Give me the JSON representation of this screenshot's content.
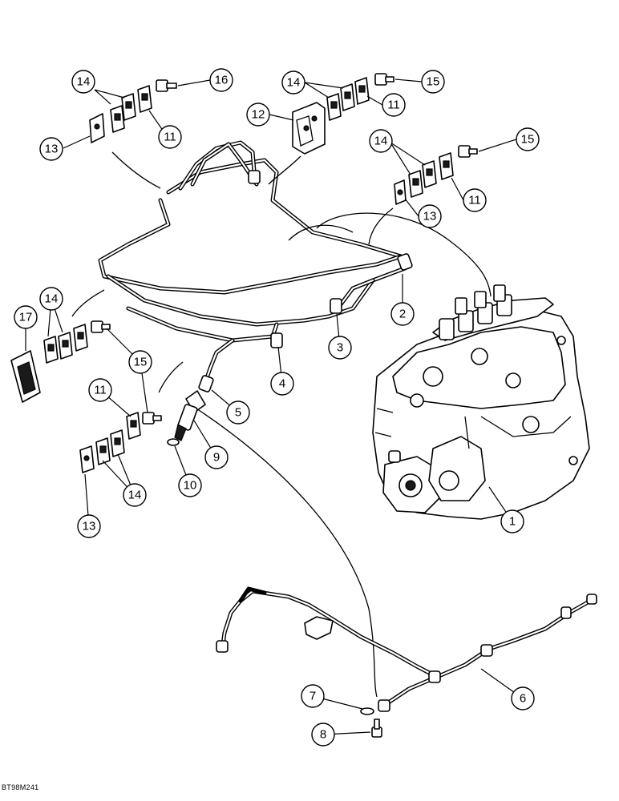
{
  "figure": {
    "code": "BT98M241",
    "callouts": [
      {
        "label": "14"
      },
      {
        "label": "16"
      },
      {
        "label": "11"
      },
      {
        "label": "13"
      },
      {
        "label": "12"
      },
      {
        "label": "14"
      },
      {
        "label": "15"
      },
      {
        "label": "11"
      },
      {
        "label": "14"
      },
      {
        "label": "15"
      },
      {
        "label": "11"
      },
      {
        "label": "13"
      },
      {
        "label": "2"
      },
      {
        "label": "3"
      },
      {
        "label": "4"
      },
      {
        "label": "5"
      },
      {
        "label": "17"
      },
      {
        "label": "14"
      },
      {
        "label": "15"
      },
      {
        "label": "11"
      },
      {
        "label": "9"
      },
      {
        "label": "10"
      },
      {
        "label": "14"
      },
      {
        "label": "13"
      },
      {
        "label": "1"
      },
      {
        "label": "6"
      },
      {
        "label": "7"
      },
      {
        "label": "8"
      }
    ]
  }
}
